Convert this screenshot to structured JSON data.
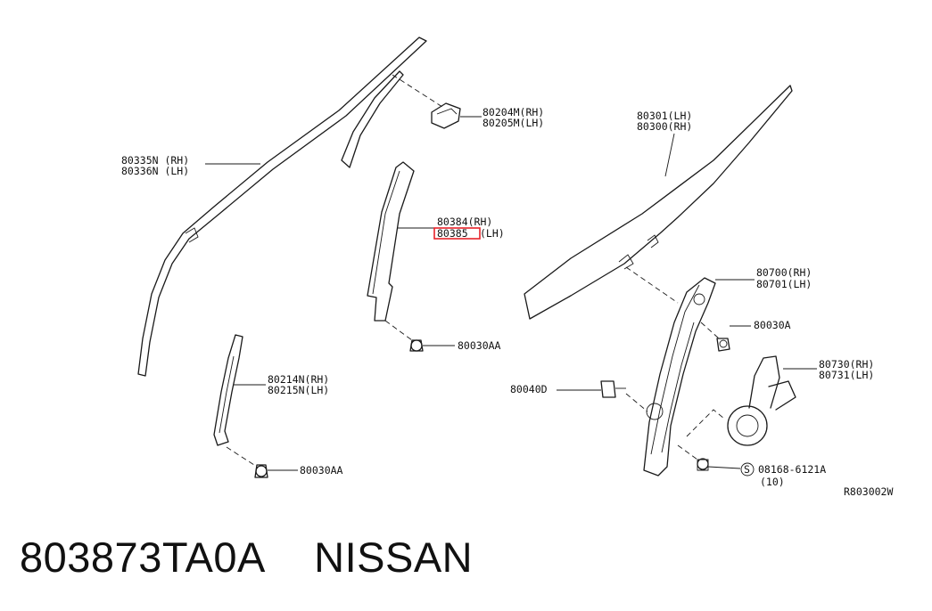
{
  "labels": {
    "p80204": "80204M(RH)",
    "p80205": "80205M(LH)",
    "p80335": "80335N (RH)",
    "p80336": "80336N (LH)",
    "p80384": "80384(RH)",
    "p80385_code": "80385",
    "p80385_side": "(LH)",
    "p80030aa_1": "80030AA",
    "p80214": "80214N(RH)",
    "p80215": "80215N(LH)",
    "p80030aa_2": "80030AA",
    "p80301": "80301(LH)",
    "p80300": "80300(RH)",
    "p80700": "80700(RH)",
    "p80701": "80701(LH)",
    "p80030a": "80030A",
    "p80730": "80730(RH)",
    "p80731": "80731(LH)",
    "p80040d": "80040D",
    "p08168": "08168-6121A",
    "p08168_qty": "(10)",
    "s_mark": "S",
    "ref_code": "R803002W"
  },
  "footer": {
    "part_number": "803873TA0A",
    "brand": "NISSAN"
  },
  "colors": {
    "line": "#1a1a1a",
    "highlight": "#e8232a",
    "background": "#ffffff"
  }
}
